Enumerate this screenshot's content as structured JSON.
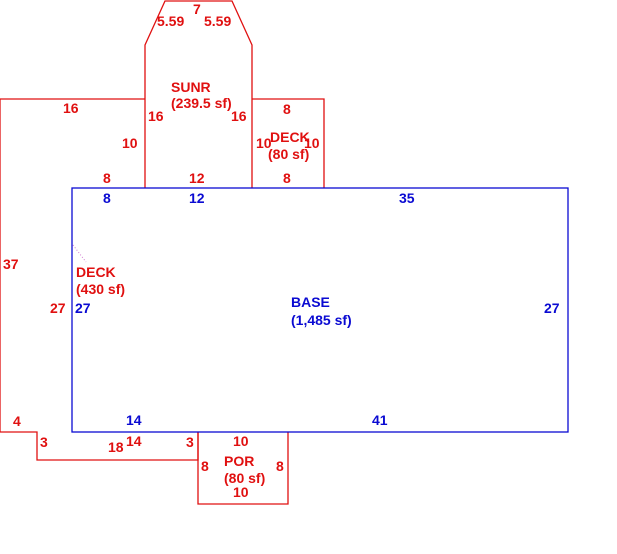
{
  "colors": {
    "outline_red": "#e01010",
    "outline_blue": "#0a0ad2",
    "background": "#ffffff"
  },
  "areas": {
    "base": {
      "name": "BASE",
      "area": "(1,485 sf)"
    },
    "sunroom": {
      "name": "SUNR",
      "area": "(239.5 sf)"
    },
    "deck_small": {
      "name": "DECK",
      "area": "(80 sf)"
    },
    "deck_large": {
      "name": "DECK",
      "area": "(430 sf)"
    },
    "porch": {
      "name": "POR",
      "area": "(80 sf)"
    }
  },
  "dimensions": {
    "base": {
      "top_left": "8",
      "top_mid": "12",
      "top_right": "35",
      "left": "27",
      "right": "27",
      "bottom_left": "14",
      "bottom_right": "41"
    },
    "sunroom": {
      "roof_top": "7",
      "roof_left": "5.59",
      "roof_right": "5.59",
      "left": "16",
      "right": "16",
      "bottom": "12"
    },
    "deck_small": {
      "top": "8",
      "left": "10",
      "right": "10",
      "bottom": "8"
    },
    "deck_large": {
      "top": "16",
      "left": "37",
      "inner_left": "10",
      "inner_bottom": "8",
      "right": "27",
      "bottom_left": "4",
      "step_down": "3",
      "bottom_a": "18",
      "bottom_b": "14",
      "step_up": "3"
    },
    "porch": {
      "top": "10",
      "left": "8",
      "right": "8",
      "bottom": "10"
    }
  }
}
